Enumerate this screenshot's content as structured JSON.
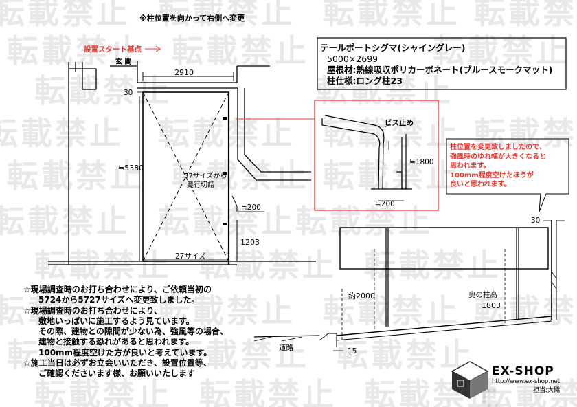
{
  "watermark": "転載禁止",
  "header_note": "※柱位置を向かって右側へ変更",
  "start_point_label": "設置スタート基点",
  "entrance_label": "玄 関",
  "dims": {
    "top_width": "2910",
    "top_gap": "30",
    "depth": "≒5380",
    "bottom_width": "27サイズ",
    "cut_note_line1": "57サイズから",
    "cut_note_line2": "奥行切詰",
    "post_offset": "≒200",
    "height_1203": "1203",
    "height_front": "約2000",
    "back_post_label": "奥の柱高",
    "back_post_value": "1803",
    "road_gap": "15",
    "road_label": "道路",
    "right_gap": "30"
  },
  "detail": {
    "screw_label": "ビス止め",
    "height": "≒1800",
    "offset": "≒200"
  },
  "spec": {
    "product": "テールポートシグマ(シャイングレー)",
    "size": "5000×2699",
    "roof": "屋根材:熱線吸収ポリカーボネート(ブルースモークマット)",
    "post": "柱仕様:ロング柱23"
  },
  "callout": {
    "lines": [
      "柱位置を変更致しましたので、",
      "強風時のゆれ幅が大きくなると",
      "思われます。",
      "100mm程度空けたほうが",
      "良いと思われます。"
    ]
  },
  "notes": {
    "lines": [
      "☆現場調査時のお打ち合わせにより、ご依頼当初の",
      "5724から5727サイズへ変更致しました。",
      "☆現場調査時のお打ち合わせにより、",
      "敷地いっぱいに施工するよう見ています。",
      "その際、建物との隙間が少ない為、強風等の場合、",
      "建物と接触する恐れがあると思われます。",
      "100mm程度空けた方が良いと考えています。",
      "☆施工当日は必ずお立会いいただき、設置位置等、",
      "ご確認くださいます様、お願いいたします"
    ]
  },
  "logo": {
    "name": "EX-SHOP",
    "url": "http://www.ex-shop.net",
    "staff": "担当:大磯"
  },
  "colors": {
    "accent": "#e8382f",
    "line": "#000000"
  }
}
